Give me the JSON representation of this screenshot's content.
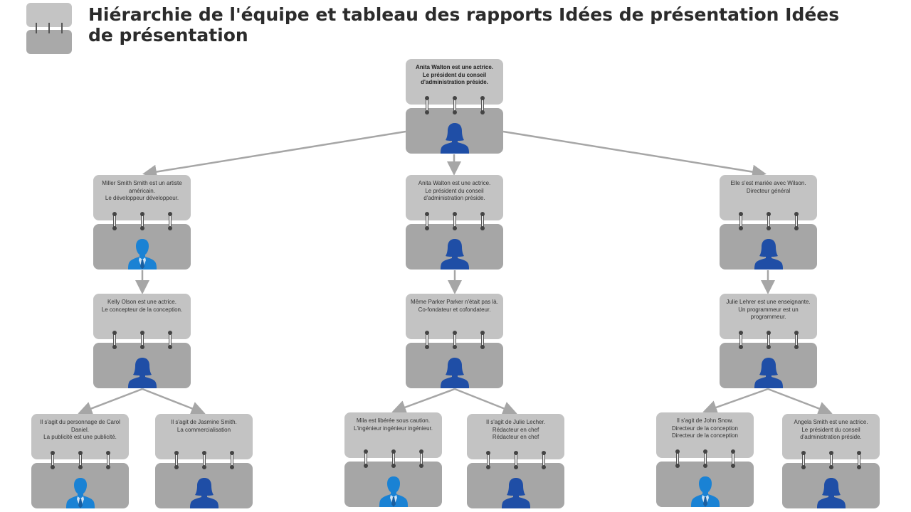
{
  "header": {
    "title": "Hiérarchie de l'équipe et tableau des rapports Idées de présentation Idées de présentation"
  },
  "colors": {
    "card_top": "#c3c3c3",
    "card_bottom": "#a6a6a6",
    "male": "#1a82d4",
    "female": "#1f4ea6",
    "connector": "#a6a6a6"
  },
  "nodes": [
    {
      "id": "root",
      "lines": [
        "Anita Walton est une actrice.",
        "Le président du conseil d'administration préside."
      ],
      "icon": "female"
    },
    {
      "id": "l1",
      "lines": [
        "Miller Smith Smith est un artiste américain.",
        "Le développeur développeur."
      ],
      "icon": "male"
    },
    {
      "id": "c1",
      "lines": [
        "Anita Walton est une actrice.",
        "Le président du conseil d'administration préside."
      ],
      "icon": "female"
    },
    {
      "id": "r1",
      "lines": [
        "Elle s'est mariée avec Wilson.",
        "Directeur général"
      ],
      "icon": "female"
    },
    {
      "id": "l2",
      "lines": [
        "Kelly Olson est une actrice.",
        "Le concepteur de la conception."
      ],
      "icon": "female"
    },
    {
      "id": "c2",
      "lines": [
        "Même Parker Parker n'était pas là.",
        "Co-fondateur et cofondateur."
      ],
      "icon": "female"
    },
    {
      "id": "r2",
      "lines": [
        "Julie Lehrer est une enseignante.",
        "Un programmeur est un programmeur."
      ],
      "icon": "female"
    },
    {
      "id": "l3a",
      "lines": [
        "Il s'agit du personnage de Carol Daniel.",
        "La publicité est une publicité."
      ],
      "icon": "male"
    },
    {
      "id": "l3b",
      "lines": [
        "Il s'agit de Jasmine Smith.",
        "La commercialisation"
      ],
      "icon": "female"
    },
    {
      "id": "c3a",
      "lines": [
        "Mila est libérée sous caution.",
        "L'ingénieur ingénieur ingénieur."
      ],
      "icon": "male"
    },
    {
      "id": "c3b",
      "lines": [
        "Il s'agit de Julie Lecher.",
        "Rédacteur en chef",
        "Rédacteur en chef"
      ],
      "icon": "female"
    },
    {
      "id": "r3a",
      "lines": [
        "Il s'agit de John Snow.",
        "Directeur de la conception",
        "Directeur de la conception"
      ],
      "icon": "male"
    },
    {
      "id": "r3b",
      "lines": [
        "Angela Smith est une actrice.",
        "Le président du conseil d'administration préside."
      ],
      "icon": "female"
    }
  ]
}
